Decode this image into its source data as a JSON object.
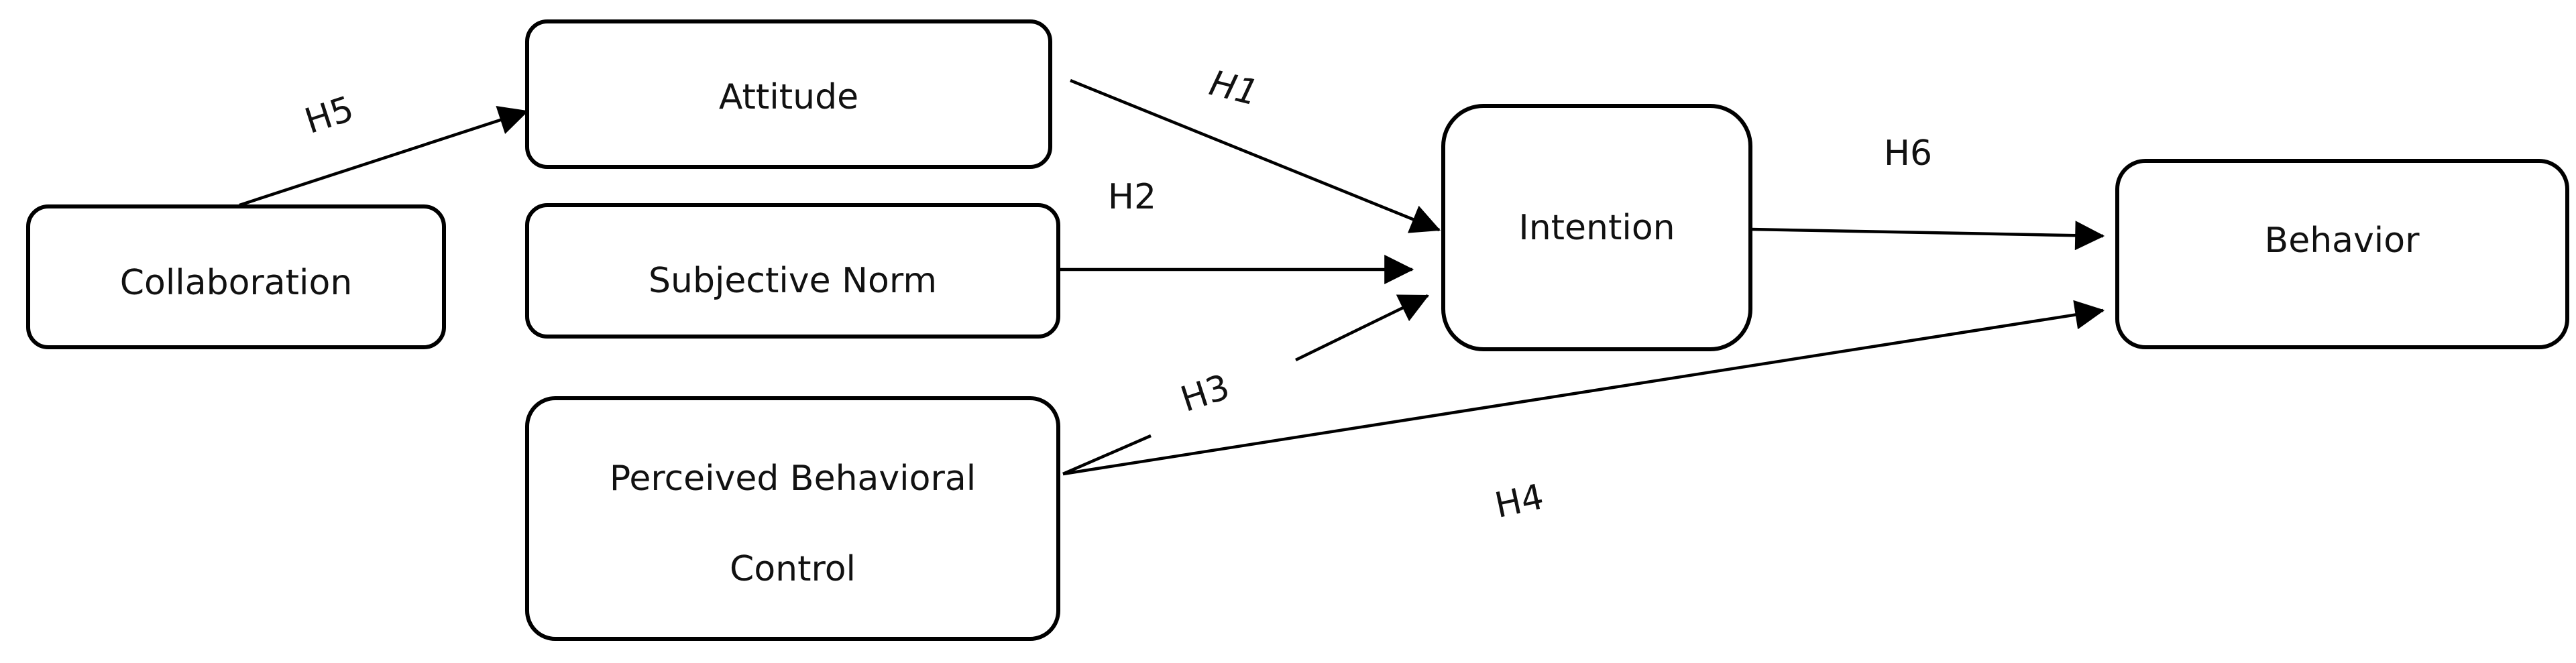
{
  "nodes": {
    "collaboration": {
      "label": "Collaboration"
    },
    "attitude": {
      "label": "Attitude"
    },
    "subjective_norm": {
      "label": "Subjective Norm"
    },
    "perceived_behavioral_control": {
      "line1": "Perceived Behavioral",
      "line2": "Control"
    },
    "intention": {
      "label": "Intention"
    },
    "behavior": {
      "label": "Behavior"
    }
  },
  "edges": {
    "h1": {
      "label": "H1",
      "from": "Attitude",
      "to": "Intention"
    },
    "h2": {
      "label": "H2",
      "from": "Subjective Norm",
      "to": "Intention"
    },
    "h3": {
      "label": "H3",
      "from": "Perceived Behavioral Control",
      "to": "Intention"
    },
    "h4": {
      "label": "H4",
      "from": "Perceived Behavioral Control",
      "to": "Behavior"
    },
    "h5": {
      "label": "H5",
      "from": "Collaboration",
      "to": "Attitude"
    },
    "h6": {
      "label": "H6",
      "from": "Intention",
      "to": "Behavior"
    }
  },
  "colors": {
    "stroke": "#000000",
    "text": "#111111",
    "background": "#ffffff"
  }
}
